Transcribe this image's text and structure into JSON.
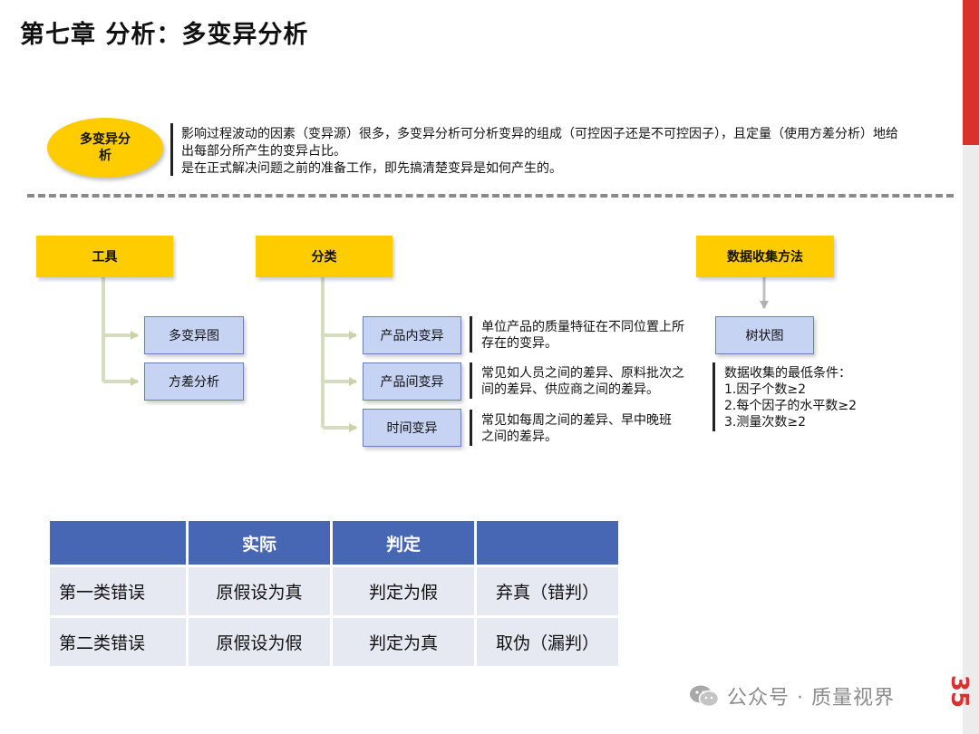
{
  "title": "第七章  分析：多变异分析",
  "page_number": "35",
  "intro": {
    "oval_label": "多变异分析",
    "lines": [
      "影响过程波动的因素（变异源）很多，多变异分析可分析变异的组成（可控因子还是不可控因子），且定量（使用方差分析）地给出每部分所产生的变异占比。",
      "是在正式解决问题之前的准备工作，即先搞清楚变异是如何产生的。"
    ]
  },
  "tools": {
    "header": "工具",
    "items": [
      "多变异图",
      "方差分析"
    ]
  },
  "classification": {
    "header": "分类",
    "items": [
      {
        "label": "产品内变异",
        "note": "单位产品的质量特征在不同位置上所存在的变异。"
      },
      {
        "label": "产品间变异",
        "note": "常见如人员之间的差异、原料批次之间的差异、供应商之间的差异。"
      },
      {
        "label": "时间变异",
        "note": "常见如每周之间的差异、早中晚班之间的差异。"
      }
    ]
  },
  "data_collection": {
    "header": "数据收集方法",
    "item": "树状图",
    "conditions_title": "数据收集的最低条件：",
    "conditions": [
      "1.因子个数≥2",
      "2.每个因子的水平数≥2",
      "3.测量次数≥2"
    ]
  },
  "table": {
    "headers": [
      "",
      "实际",
      "判定",
      ""
    ],
    "rows": [
      [
        "第一类错误",
        "原假设为真",
        "判定为假",
        "弃真（错判）"
      ],
      [
        "第二类错误",
        "原假设为假",
        "判定为真",
        "取伪（漏判）"
      ]
    ]
  },
  "watermark": "公众号 · 质量视界",
  "colors": {
    "accent_yellow": "#ffcc00",
    "box_blue": "#c6d3f2",
    "table_header": "#4766b3",
    "page_red": "#d9312b"
  }
}
